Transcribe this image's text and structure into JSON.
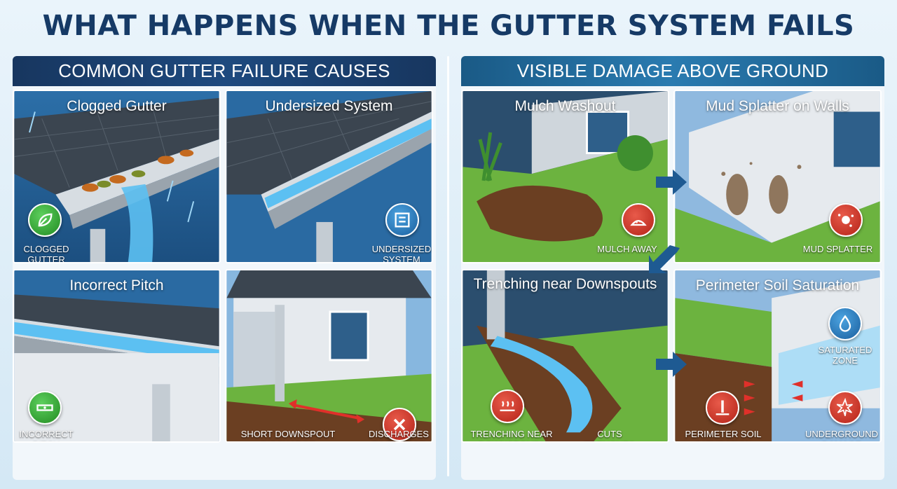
{
  "title": "WHAT HAPPENS WHEN THE GUTTER SYSTEM FAILS",
  "left_section": {
    "header": "COMMON GUTTER FAILURE CAUSES",
    "panels": [
      {
        "title": "Clogged Gutter",
        "captions": [
          "CLOGGED GUTTER"
        ],
        "icon": "leaf-icon"
      },
      {
        "title": "Undersized System",
        "captions": [
          "UNDERSIZED SYSTEM"
        ],
        "icon": "measure-icon"
      },
      {
        "title": "Incorrect Pitch",
        "captions": [
          "INCORRECT PITCH"
        ],
        "icon": "level-icon"
      },
      {
        "title": "",
        "captions": [
          "SHORT DOWNSPOUT DISCHARGE",
          "DISCHARGES TOO CLOSE"
        ],
        "icon": "x-icon"
      }
    ]
  },
  "right_section": {
    "header": "VISIBLE DAMAGE ABOVE GROUND",
    "panels": [
      {
        "title": "Mulch Washout",
        "captions": [
          "MULCH AWAY"
        ],
        "icon": "mulch-icon"
      },
      {
        "title": "Mud Splatter on Walls",
        "captions": [
          "MUD SPLATTER"
        ],
        "icon": "splatter-icon"
      },
      {
        "title": "Trenching near Downspouts",
        "captions": [
          "TRENCHING NEAR DOWNSPOUTS",
          "CUTS TRENCHES"
        ],
        "icon": "trench-icon"
      },
      {
        "title": "Perimeter Soil Saturation",
        "captions": [
          "SATURATED ZONE",
          "PERIMETER SOIL SATURATION",
          "UNDERGROUND DAMAGE"
        ],
        "icons": [
          "water-drop-icon",
          "perimeter-icon",
          "burst-icon"
        ]
      }
    ]
  },
  "colors": {
    "title": "#163a66",
    "header_left": "#17365f",
    "header_right": "#2a7bb0",
    "badge_green": "#228b22",
    "badge_blue": "#1b5f9e",
    "badge_red": "#b42318",
    "water": "#4fb3ea",
    "grass": "#6cb33f",
    "soil": "#6b3f22"
  }
}
